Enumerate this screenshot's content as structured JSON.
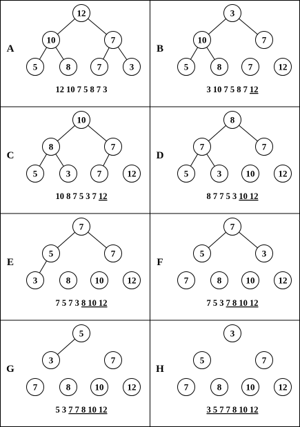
{
  "panels": [
    {
      "letter": "A",
      "nodes": [
        "12",
        "10",
        "7",
        "5",
        "8",
        "7",
        "3"
      ],
      "edges": [
        [
          0,
          1
        ],
        [
          0,
          2
        ],
        [
          1,
          3
        ],
        [
          1,
          4
        ],
        [
          2,
          5
        ],
        [
          2,
          6
        ]
      ],
      "array_plain": "12 10 7 5 8 7 3",
      "array_sorted": ""
    },
    {
      "letter": "B",
      "nodes": [
        "3",
        "10",
        "7",
        "5",
        "8",
        "7",
        "12"
      ],
      "edges": [
        [
          0,
          1
        ],
        [
          0,
          2
        ],
        [
          1,
          3
        ],
        [
          1,
          4
        ]
      ],
      "array_plain": "3 10 7 5 8 7",
      "array_sorted": "12"
    },
    {
      "letter": "C",
      "nodes": [
        "10",
        "8",
        "7",
        "5",
        "3",
        "7",
        "12"
      ],
      "edges": [
        [
          0,
          1
        ],
        [
          0,
          2
        ],
        [
          1,
          3
        ],
        [
          1,
          4
        ],
        [
          2,
          5
        ]
      ],
      "array_plain": "10 8 7 5 3 7",
      "array_sorted": "12"
    },
    {
      "letter": "D",
      "nodes": [
        "8",
        "7",
        "7",
        "5",
        "3",
        "10",
        "12"
      ],
      "edges": [
        [
          0,
          1
        ],
        [
          0,
          2
        ],
        [
          1,
          3
        ],
        [
          1,
          4
        ]
      ],
      "array_plain": "8 7 7 5 3",
      "array_sorted": "10 12"
    },
    {
      "letter": "E",
      "nodes": [
        "7",
        "5",
        "7",
        "3",
        "8",
        "10",
        "12"
      ],
      "edges": [
        [
          0,
          1
        ],
        [
          0,
          2
        ],
        [
          1,
          3
        ]
      ],
      "array_plain": "7 5 7 3",
      "array_sorted": "8 10 12"
    },
    {
      "letter": "F",
      "nodes": [
        "7",
        "5",
        "3",
        "7",
        "8",
        "10",
        "12"
      ],
      "edges": [
        [
          0,
          1
        ],
        [
          0,
          2
        ]
      ],
      "array_plain": "7 5 3",
      "array_sorted": "7 8 10 12"
    },
    {
      "letter": "G",
      "nodes": [
        "5",
        "3",
        "7",
        "7",
        "8",
        "10",
        "12"
      ],
      "edges": [
        [
          0,
          1
        ]
      ],
      "array_plain": "5 3",
      "array_sorted": "7 7 8 10 12"
    },
    {
      "letter": "H",
      "nodes": [
        "3",
        "5",
        "7",
        "7",
        "8",
        "10",
        "12"
      ],
      "edges": [],
      "array_plain": "",
      "array_sorted": "3 5 7 7 8 10 12"
    }
  ]
}
